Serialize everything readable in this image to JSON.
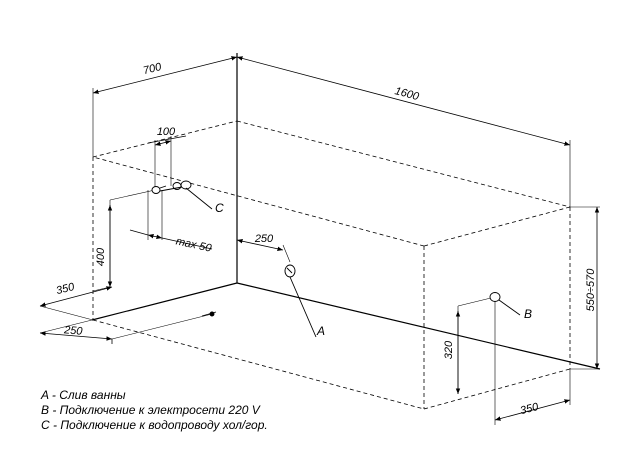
{
  "dimensions": {
    "length": "1600",
    "width": "700",
    "height": "550÷570",
    "pipe_spacing": "100",
    "pipe_offset": "max 50",
    "drain_offset_wall": "250",
    "drain_offset_floor": "350",
    "drain_offset_side": "250",
    "pipe_height": "400",
    "socket_height": "320",
    "socket_offset": "350"
  },
  "markers": {
    "drain": "A",
    "socket": "B",
    "water": "C"
  },
  "legend": [
    "A - Слив ванны",
    "B - Подключение к электросети 220 V",
    "C - Подключение к водопроводу хол/гор."
  ]
}
